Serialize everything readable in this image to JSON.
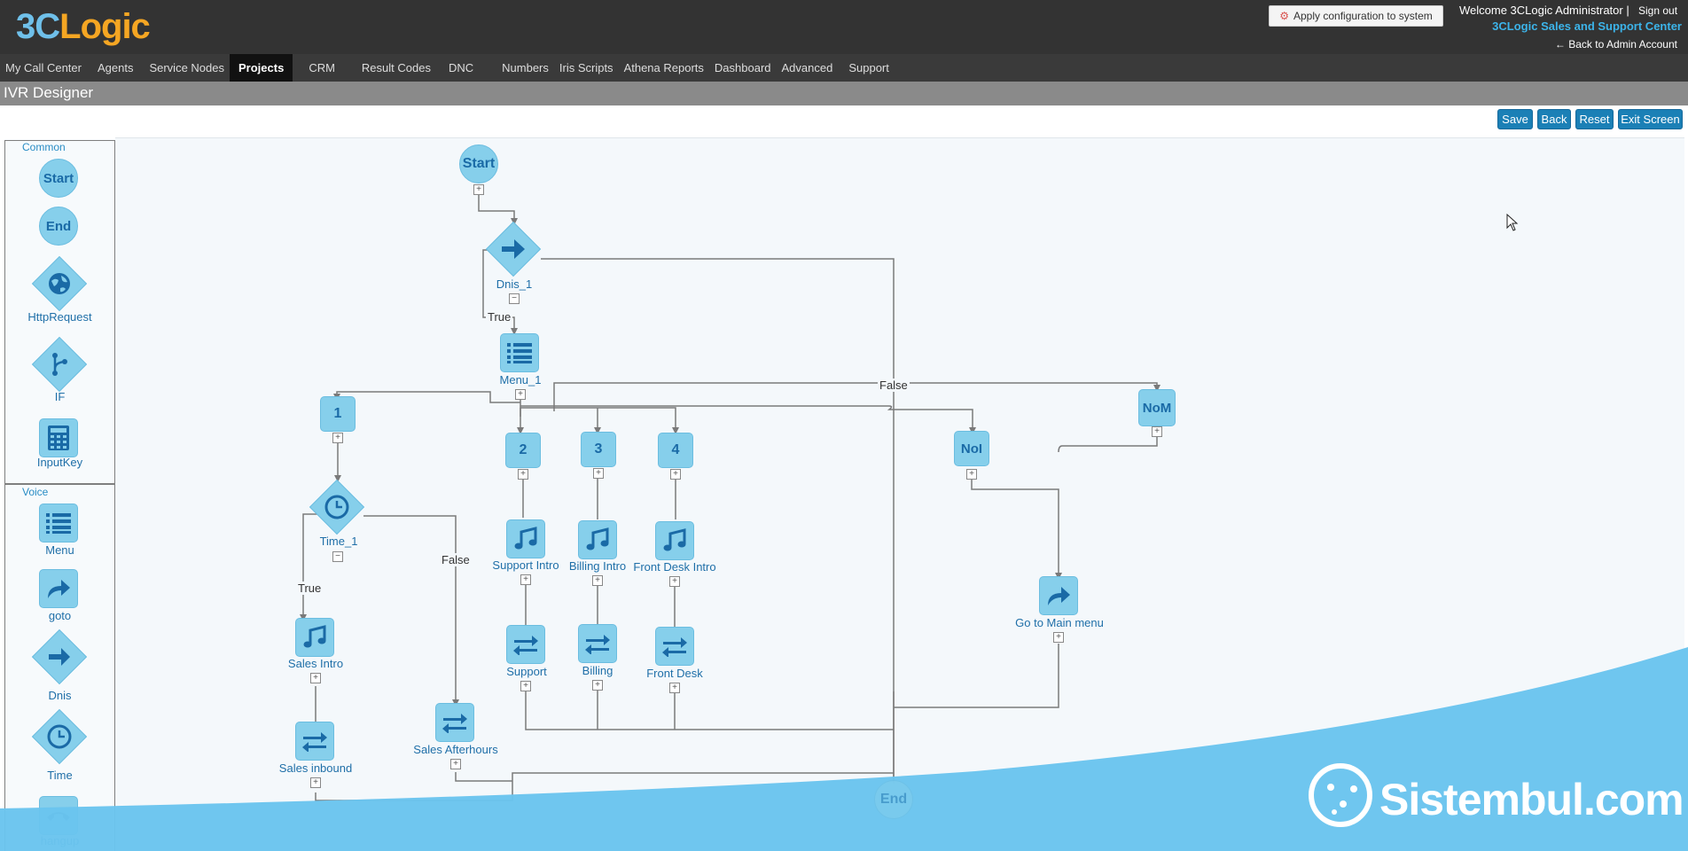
{
  "header": {
    "logo": {
      "part1": "3C",
      "part2": "Logic"
    },
    "apply_label": "Apply configuration to system",
    "welcome": "Welcome 3CLogic Administrator |",
    "signout": "Sign out",
    "center_name": "3CLogic Sales and Support Center",
    "back_admin": "← Back to Admin Account"
  },
  "nav": {
    "items": [
      "My Call Center",
      "Agents",
      "Service Nodes",
      "Projects",
      "CRM",
      "Result Codes",
      "DNC",
      "Numbers",
      "Iris Scripts",
      "Athena Reports",
      "Dashboard",
      "Advanced",
      "Support"
    ],
    "active": "Projects"
  },
  "page": {
    "title": "IVR Designer"
  },
  "toolbar": {
    "save": "Save",
    "back": "Back",
    "reset": "Reset",
    "exit": "Exit Screen"
  },
  "palette": {
    "common_title": "Common",
    "voice_title": "Voice",
    "start": "Start",
    "end": "End",
    "http": "HttpRequest",
    "if": "IF",
    "inputkey": "InputKey",
    "menu": "Menu",
    "goto": "goto",
    "dnis": "Dnis",
    "time": "Time",
    "hangup": "hangup"
  },
  "diagram": {
    "start": "Start",
    "end": "End",
    "dnis": "Dnis_1",
    "menu": "Menu_1",
    "true1": "True",
    "false1": "False",
    "opt1": "1",
    "opt2": "2",
    "opt3": "3",
    "opt4": "4",
    "noi": "NoI",
    "nom": "NoM",
    "time": "Time_1",
    "true2": "True",
    "false2": "False",
    "sales_intro": "Sales Intro",
    "sales_inbound": "Sales inbound",
    "sales_afterhours": "Sales Afterhours",
    "support_intro": "Support Intro",
    "billing_intro": "Billing Intro",
    "frontdesk_intro": "Front Desk Intro",
    "support": "Support",
    "billing": "Billing",
    "frontdesk": "Front Desk",
    "goto_main": "Go to Main menu",
    "toggle_plus": "+",
    "toggle_minus": "−"
  },
  "watermark": {
    "text": "Sistembul.com"
  },
  "colors": {
    "header": "#333333",
    "nav": "#3a3a3a",
    "accent": "#3cb4ea",
    "node": "#86cfeb",
    "icon": "#1a6aa6",
    "button": "#1b80b6",
    "wave": "#6ac4ee"
  }
}
